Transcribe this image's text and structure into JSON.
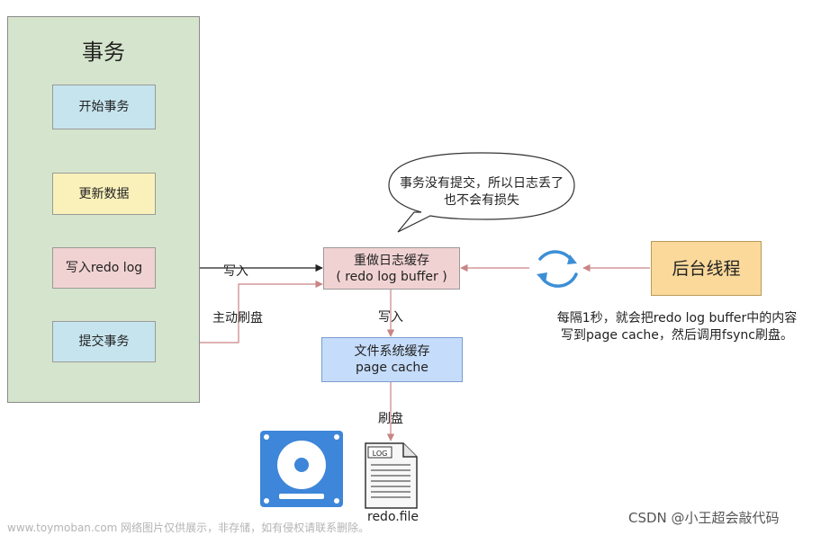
{
  "transaction_panel": {
    "title": "事务",
    "steps": [
      "开始事务",
      "更新数据",
      "写入redo log",
      "提交事务"
    ]
  },
  "redo_buffer": {
    "line1": "重做日志缓存",
    "line2": "( redo log buffer )"
  },
  "page_cache": {
    "line1": "文件系统缓存",
    "line2": "page cache"
  },
  "background_thread": {
    "label": "后台线程"
  },
  "edge_labels": {
    "write_into": "写入",
    "active_flush": "主动刷盘",
    "write_to_cache": "写入",
    "flush": "刷盘"
  },
  "speech_bubble": {
    "line1": "事务没有提交，所以日志丢了",
    "line2": "也不会有损失"
  },
  "background_note": {
    "line1": "每隔1秒，就会把redo log buffer中的内容",
    "line2": "写到page cache，然后调用fsync刷盘。"
  },
  "redo_file": {
    "icon_label": "LOG",
    "name": "redo.file"
  },
  "watermark": "www.toymoban.com 网络图片仅供展示，非存储，如有侵权请联系删除。",
  "credit": "CSDN @小王超会敲代码",
  "colors": {
    "panel_bg": "#d5e4cc",
    "blue_box": "#c6e4ee",
    "yellow_box": "#faf1ba",
    "pink_box": "#f1d2d2",
    "page_cache_box": "#c5dcfa",
    "orange_box": "#fad99b",
    "pink_arrow": "#c98585",
    "sync_icon": "#3c8fd6",
    "disk_icon": "#3d86d9"
  }
}
